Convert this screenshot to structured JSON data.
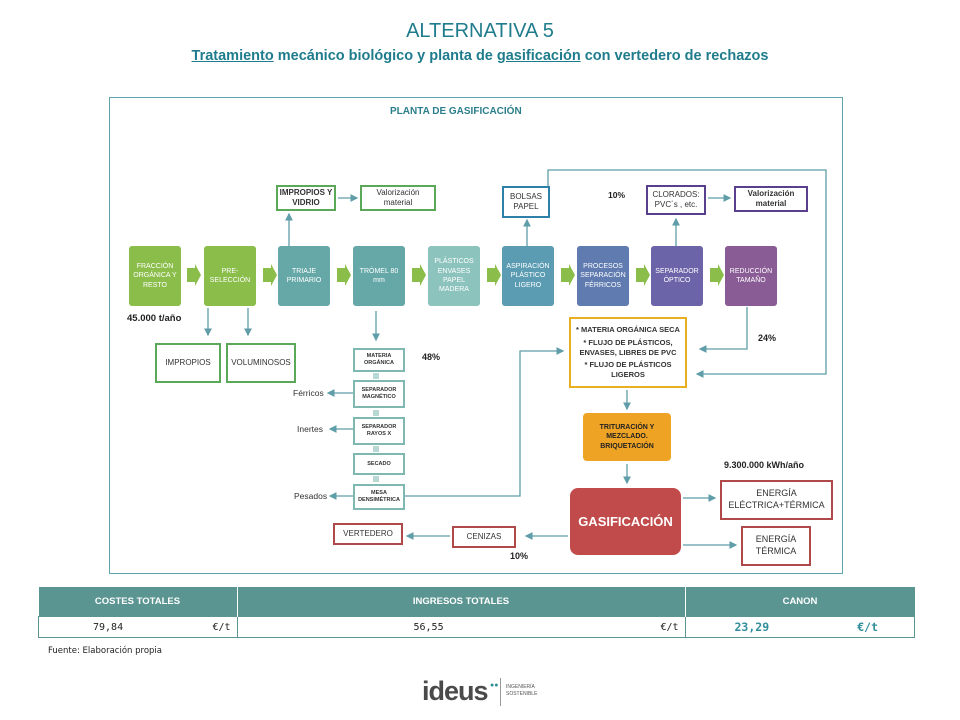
{
  "header": {
    "title": "ALTERNATIVA 5",
    "subtitle_w1": "Tratamiento",
    "subtitle_w2": " mecánico biológico y planta de ",
    "subtitle_w3": "gasificación",
    "subtitle_w4": " con vertedero de rechazos"
  },
  "diagram": {
    "plant_title": "PLANTA DE GASIFICACIÓN",
    "steps": {
      "fraccion": "FRACCIÓN ORGÁNICA Y RESTO",
      "preseleccion": "PRE-SELECCIÓN",
      "triaje": "TRIAJE PRIMARIO",
      "tromel": "TRÓMEL 80 mm",
      "plasticos": "PLÁSTICOS ENVASES PAPEL MADERA",
      "aspiracion": "ASPIRACIÓN PLÁSTICO LIGERO",
      "procesos": "PROCESOS SEPARACIÓN FÉRRICOS",
      "separador_optico": "SEPARADOR ÓPTICO",
      "reduccion": "REDUCCIÓN TAMAÑO"
    },
    "impropios_vidrio": "IMPROPIOS Y VIDRIO",
    "valorizacion_1": "Valorización material",
    "bolsas_papel": "BOLSAS PAPEL",
    "pct_10_top": "10%",
    "clorados": "CLORADOS: PVC´s , etc.",
    "valorizacion_2": "Valorización material",
    "tonnage": "45.000 t/año",
    "impropios": "IMPROPIOS",
    "voluminosos": "VOLUMINOSOS",
    "organic_line": {
      "materia_organica": "MATERIA ORGÁNICA",
      "separador_magnetico": "SEPARADOR MAGNÉTICO",
      "separador_rayos": "SEPARADOR RAYOS X",
      "secado": "SECADO",
      "mesa": "MESA DENSIMÉTRICA"
    },
    "pct_48": "48%",
    "ferricos": "Férricos",
    "inertes": "Inertes",
    "pesados": "Pesados",
    "feed_1": "* MATERIA ORGÁNICA SECA",
    "feed_2": "* FLUJO DE PLÁSTICOS, ENVASES, LIBRES DE  PVC",
    "feed_3": "* FLUJO DE PLÁSTICOS LIGEROS",
    "pct_24": "24%",
    "trituracion": "TRITURACIÓN Y MEZCLADO. BRIQUETACIÓN",
    "energy_output": "9.300.000  kWh/año",
    "gasificacion": "GASIFICACIÓN",
    "energia_electrica": "ENERGÍA ELÉCTRICA+TÉRMICA",
    "energia_termica": "ENERGÍA TÉRMICA",
    "cenizas": "CENIZAS",
    "vertedero": "VERTEDERO",
    "pct_10_bottom": "10%"
  },
  "costs_table": {
    "headers": [
      "COSTES TOTALES",
      "INGRESOS TOTALES",
      "CANON"
    ],
    "costes_value": "79,84",
    "costes_unit": "€/t",
    "ingresos_value": "56,55",
    "ingresos_unit": "€/t",
    "canon_value": "23,29",
    "canon_unit": "€/t"
  },
  "source": "Fuente: Elaboración propia",
  "logo": {
    "name": "ideus",
    "tagline": "INGENIERÍA SOSTENIBLE"
  },
  "colors": {
    "accent": "#1f7c8c",
    "table_header": "#5b9592",
    "gasificacion": "#c14b4b",
    "trituracion": "#efa325"
  }
}
